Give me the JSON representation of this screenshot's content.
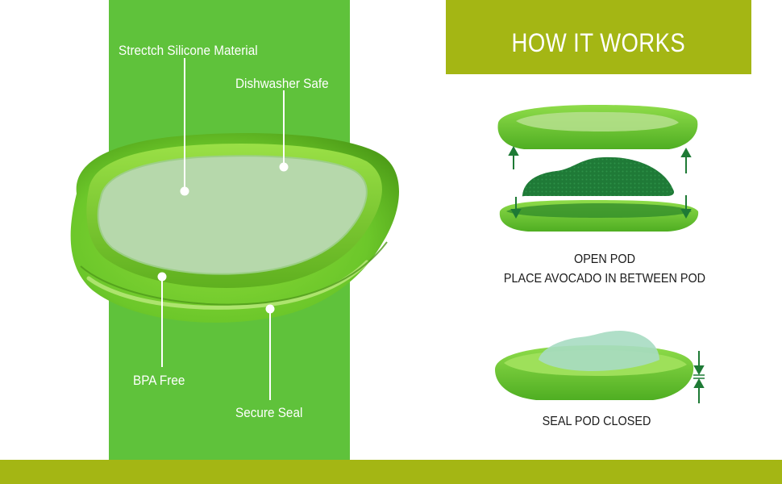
{
  "features": {
    "material": "Strectch Silicone Material",
    "dishwasher": "Dishwasher Safe",
    "bpa": "BPA Free",
    "seal": "Secure Seal"
  },
  "how_it_works": {
    "title": "HOW IT WORKS",
    "step1_line1": "OPEN POD",
    "step1_line2": "PLACE AVOCADO IN BETWEEN POD",
    "step2": "SEAL POD CLOSED"
  },
  "colors": {
    "band_green": "#5fc23b",
    "header_olive": "#a4b614",
    "pod_green": "#6cc72a",
    "avocado_dark": "#1f7a37"
  }
}
